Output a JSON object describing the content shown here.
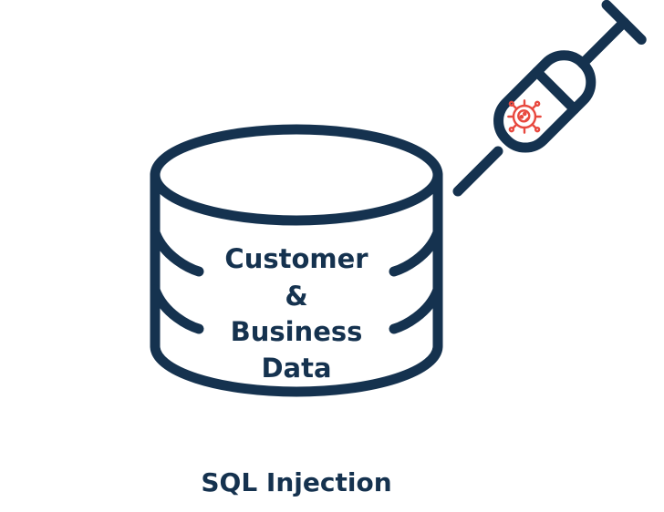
{
  "database": {
    "label_lines": [
      "Customer",
      "&",
      "Business",
      "Data"
    ]
  },
  "caption": "SQL Injection",
  "colors": {
    "outline": "#15324f",
    "threat": "#e8493f",
    "background": "#ffffff"
  },
  "icons": {
    "database": "database-cylinder-icon",
    "syringe": "syringe-icon",
    "threat": "skull-virus-icon"
  }
}
